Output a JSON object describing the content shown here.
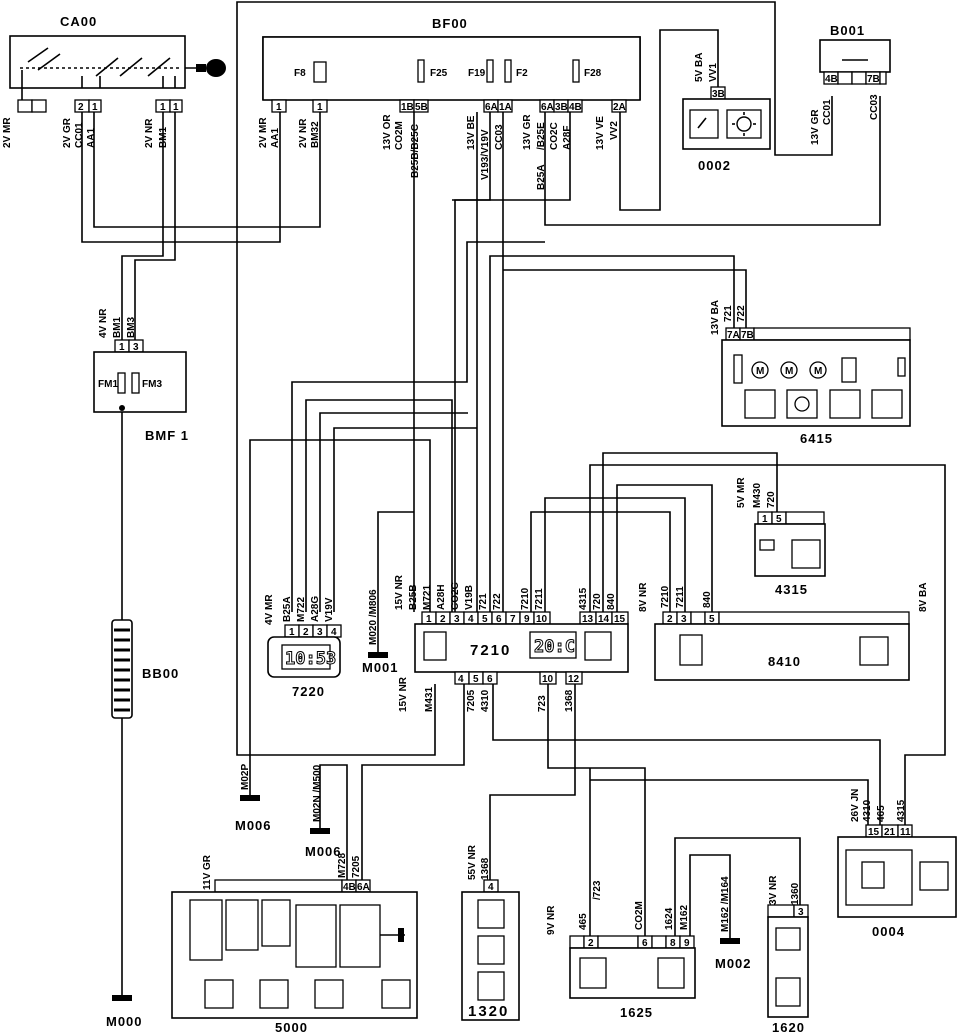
{
  "components": {
    "CA00": "CA00",
    "BF00": "BF00",
    "B001": "B001",
    "BMF1": "BMF 1",
    "BB00": "BB00",
    "c0002": "0002",
    "c6415": "6415",
    "c4315": "4315",
    "c7210": "7210",
    "c7220": "7220",
    "c8410": "8410",
    "c5000": "5000",
    "c1320": "1320",
    "c1625": "1625",
    "c1620": "1620",
    "c0004": "0004",
    "M000": "M000",
    "M001": "M001",
    "M002": "M002",
    "M006a": "M006",
    "M006b": "M006"
  },
  "fuses": {
    "F8": "F8",
    "F25": "F25",
    "F19": "F19",
    "F2": "F2",
    "F28": "F28",
    "FM1": "FM1",
    "FM3": "FM3"
  },
  "display": {
    "clock": "10:53",
    "temp": "20:C"
  },
  "labels": {
    "ca00_left": [
      "2V MR"
    ],
    "ca00_mid": [
      "2V GR",
      "CC01",
      "AA1"
    ],
    "ca00_right": [
      "2V NR",
      "BM1"
    ],
    "bf00_1": [
      "2V MR",
      "AA1"
    ],
    "bf00_2": [
      "2V NR",
      "BM32"
    ],
    "bf00_3": [
      "13V OR",
      "CO2M",
      "B25B/B25C"
    ],
    "bf00_4": [
      "13V BE",
      "V193/V19V",
      "CC03"
    ],
    "bf00_5": [
      "13V GR",
      "/B25E",
      "CO2C",
      "A28F",
      "B25A"
    ],
    "bf00_6": [
      "13V VE",
      "VV2"
    ],
    "c0002_w": [
      "5V BA",
      "VV1"
    ],
    "b001_w": [
      "13V GR",
      "CC01",
      "CC03"
    ],
    "bmf1_w": [
      "4V NR",
      "BM1",
      "BM3"
    ],
    "c6415_w": [
      "13V BA",
      "721",
      "722"
    ],
    "c4315_w": [
      "5V MR",
      "M430",
      "720"
    ],
    "c8410_w": [
      "7210",
      "7211",
      "840"
    ],
    "c8410_r": [
      "8V BA"
    ],
    "c7220_w": [
      "4V MR",
      "B25A",
      "M722",
      "A28G",
      "V19V"
    ],
    "m001_w": [
      "M020 /M806"
    ],
    "c7210_top": [
      "15V NR",
      "B25B",
      "M721",
      "A28H",
      "CO2C",
      "V19B",
      "721",
      "722",
      "7210",
      "7211",
      "4315",
      "720",
      "840",
      "8V NR"
    ],
    "c7210_bot": [
      "15V NR",
      "M431",
      "7205",
      "4310",
      "723",
      "1368"
    ],
    "m006_w": [
      "M02P",
      "M02N /M500"
    ],
    "c5000_w": [
      "11V GR",
      "M728",
      "7205"
    ],
    "c1320_w": [
      "55V NR",
      "1368"
    ],
    "c1625_w": [
      "9V NR",
      "465",
      "/723",
      "CO2M",
      "1624",
      "M162"
    ],
    "m002_w": [
      "M162 /M164",
      "3V NR",
      "1360"
    ],
    "c0004_w": [
      "26V JN",
      "4310",
      "465",
      "4315"
    ]
  },
  "pins": {
    "ca00": [
      "2",
      "1",
      "1",
      "1"
    ],
    "bf00": [
      "1",
      "1",
      "1B",
      "5B",
      "6A",
      "1A",
      "6A",
      "3B",
      "4B",
      "2A"
    ],
    "c0002": [
      "3B"
    ],
    "b001": [
      "4B",
      "7B"
    ],
    "bmf1": [
      "1",
      "3"
    ],
    "c6415": [
      "7A",
      "7B"
    ],
    "c4315": [
      "1",
      "5"
    ],
    "c7220": [
      "1",
      "2",
      "3",
      "4"
    ],
    "c7210_top": [
      "1",
      "2",
      "3",
      "4",
      "5",
      "6",
      "7",
      "9",
      "10",
      "13",
      "14",
      "15"
    ],
    "c7210_bot": [
      "4",
      "5",
      "6",
      "10",
      "12"
    ],
    "c8410": [
      "2",
      "3",
      "5"
    ],
    "c5000": [
      "4B",
      "6A"
    ],
    "c1320": [
      "4"
    ],
    "c1625": [
      "2",
      "6",
      "8",
      "9"
    ],
    "c1620": [
      "3"
    ],
    "c0004": [
      "15",
      "21",
      "11"
    ]
  }
}
